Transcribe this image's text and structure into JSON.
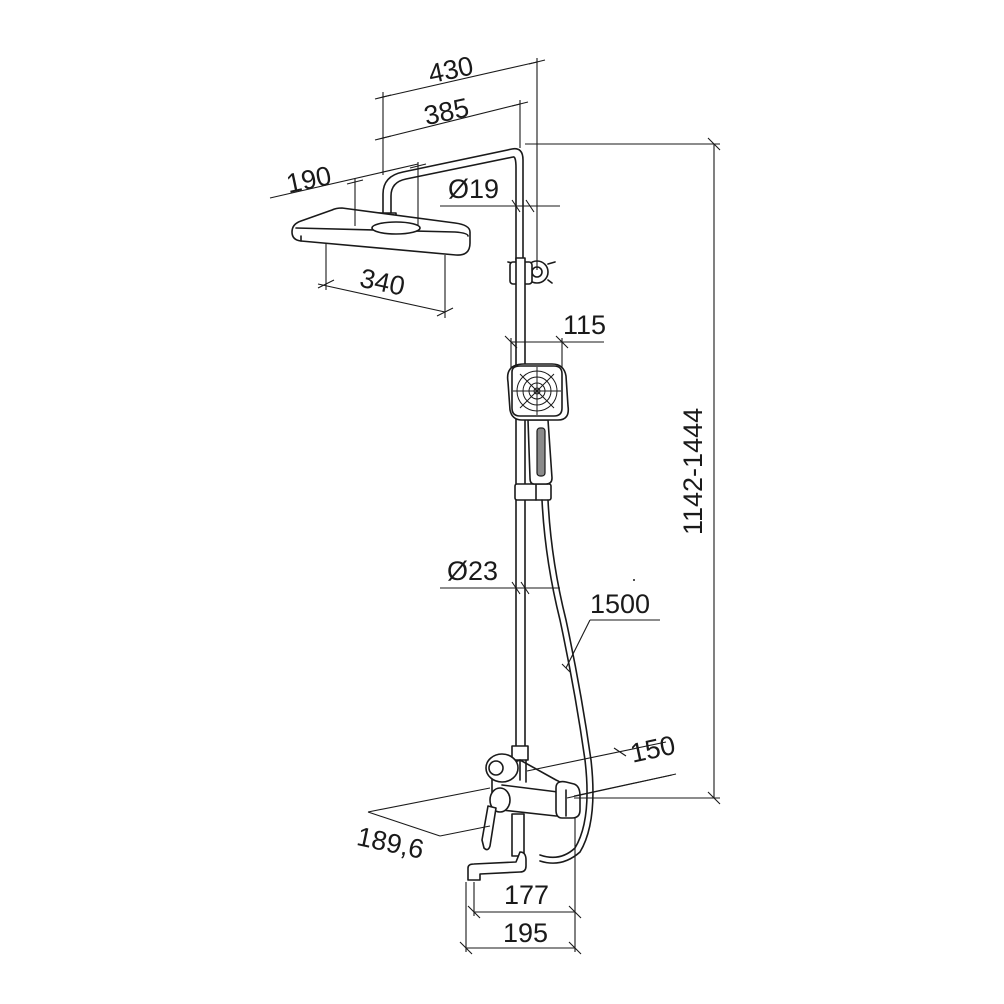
{
  "drawing": {
    "title": "",
    "colors": {
      "line": "#1a1a1a",
      "fill": "#ffffff",
      "shade": "#8a8a8a"
    }
  },
  "dimensions": {
    "overall_reach": "430",
    "arm_reach": "385",
    "head_arm_offset": "190",
    "top_pipe_diameter": "Ø19",
    "head_width": "340",
    "hand_shower_width": "115",
    "bar_diameter": "Ø23",
    "hose_length": "1500",
    "height_range": "1142-1444",
    "mixer_depth": "150",
    "mixer_width": "189,6",
    "spout_reach": "177",
    "spout_overall": "195"
  }
}
